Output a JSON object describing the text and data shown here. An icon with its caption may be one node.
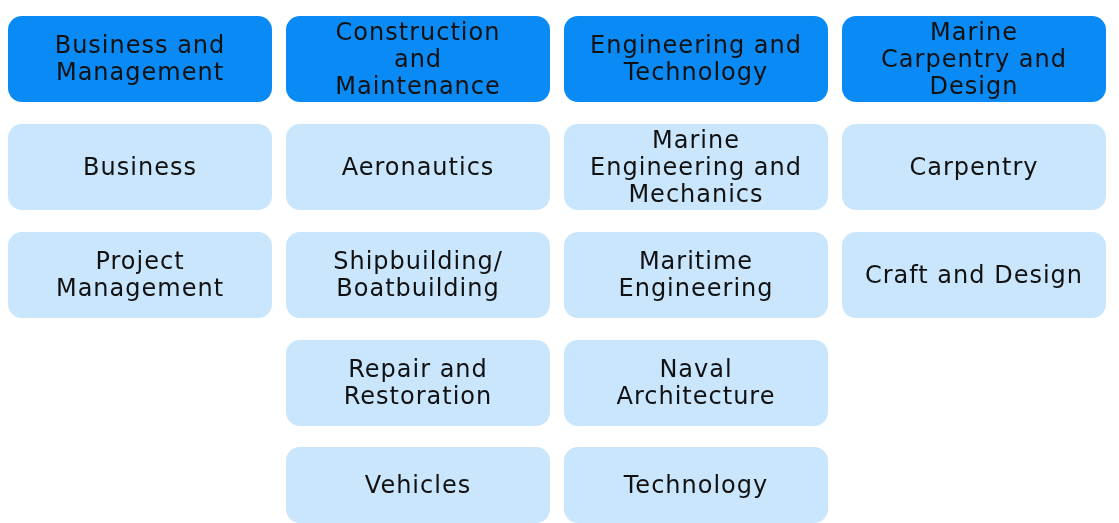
{
  "diagram": {
    "nodes": [
      {
        "text": [
          "Business and Management"
        ]
      },
      {
        "text": [
          "Business"
        ]
      },
      {
        "text": [
          "Project Management"
        ]
      },
      {
        "text": [
          "Construction and Maintenance"
        ]
      },
      {
        "text": [
          "Aeronautics"
        ]
      },
      {
        "text": [
          "Shipbuilding/ Boatbuilding"
        ]
      },
      {
        "text": [
          "Repair and Restoration"
        ]
      },
      {
        "text": [
          "Vehicles"
        ]
      },
      {
        "text": [
          "Engineering and Technology"
        ]
      },
      {
        "text": [
          "Marine Engineering and Mechanics"
        ]
      },
      {
        "text": [
          "Maritime Engineering"
        ]
      },
      {
        "text": [
          "Naval Architecture"
        ]
      },
      {
        "text": [
          "Technology"
        ]
      },
      {
        "text": [
          "Marine Carpentry and Design"
        ]
      },
      {
        "text": [
          "Carpentry"
        ]
      },
      {
        "text": [
          "Craft and Design"
        ]
      }
    ]
  }
}
